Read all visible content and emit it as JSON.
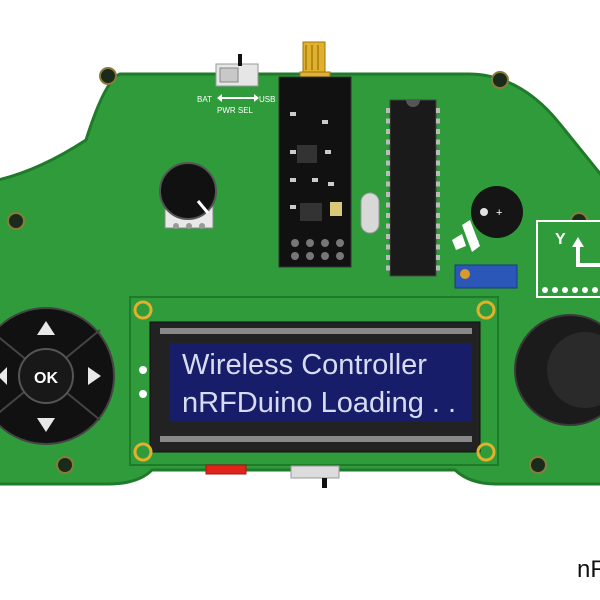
{
  "lcd": {
    "line1": "Wireless Controller",
    "line2": "nRFDuino Loading . ."
  },
  "dpad": {
    "center_label": "OK"
  },
  "power_switch": {
    "left_label": "BAT",
    "right_label": "USB",
    "caption": "PWR SEL"
  },
  "axis_module": {
    "y_label": "Y"
  },
  "corner_text": "nRF",
  "colors": {
    "pcb": "#2f9b3a",
    "pcb_dark": "#1f7a2a",
    "lcd_screen": "#171d69",
    "lcd_text": "#d8dcf2",
    "header_gold": "#e1b02c",
    "led_red": "#e0241b",
    "trimmer_blue": "#2b57b8"
  },
  "icons": [
    "arrow-up-icon",
    "arrow-down-icon",
    "arrow-left-icon",
    "arrow-right-icon",
    "speaker-icon",
    "buzzer-icon"
  ]
}
